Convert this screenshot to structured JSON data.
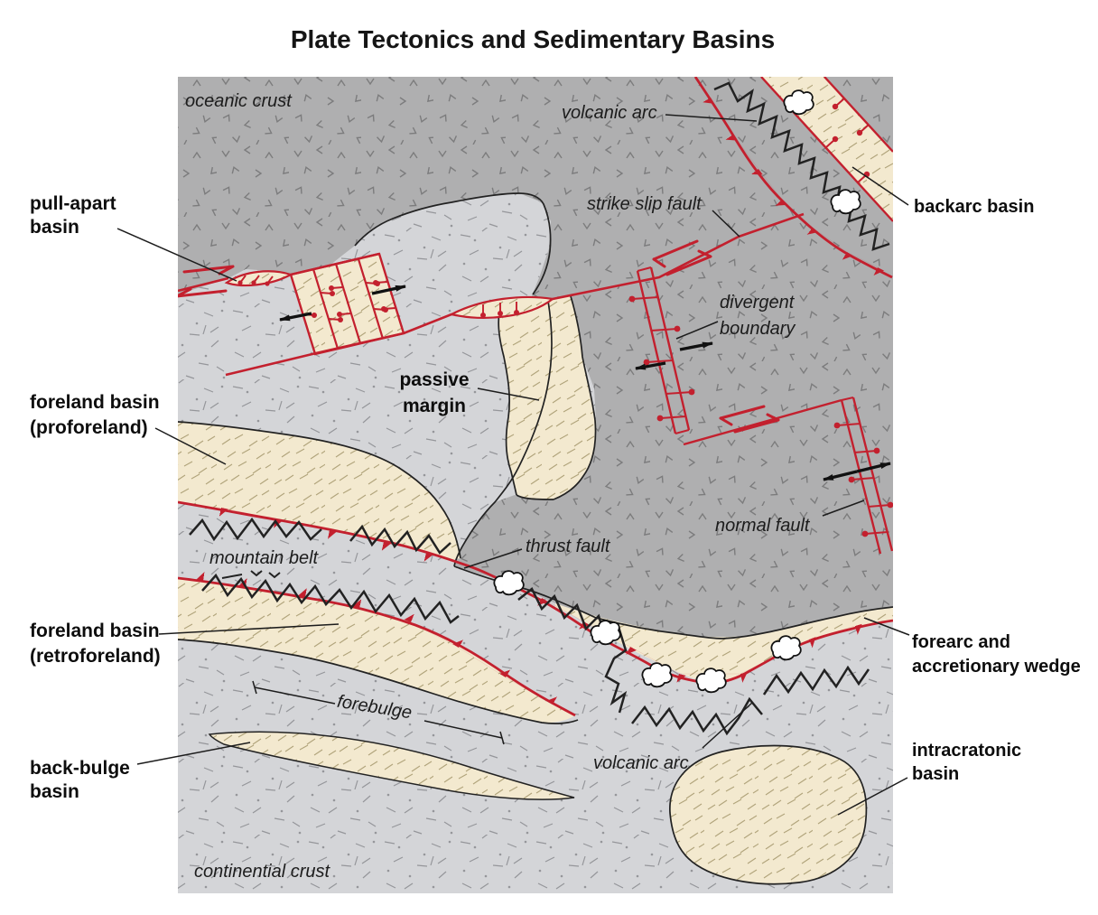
{
  "title": "Plate Tectonics and Sedimentary Basins",
  "labels": {
    "oceanic_crust": "oceanic crust",
    "volcanic_arc_top": "volcanic arc",
    "backarc_basin": "backarc basin",
    "pull_apart_1": "pull-apart",
    "pull_apart_2": "basin",
    "strike_slip_fault": "strike slip fault",
    "divergent_1": "divergent",
    "divergent_2": "boundary",
    "passive_1": "passive",
    "passive_2": "margin",
    "foreland_pro_1": "foreland basin",
    "foreland_pro_2": "(proforeland)",
    "normal_fault": "normal fault",
    "mountain_belt": "mountain belt",
    "thrust_fault": "thrust fault",
    "foreland_retro_1": "foreland basin",
    "foreland_retro_2": "(retroforeland)",
    "forebulge": "forebulge",
    "back_bulge_1": "back-bulge",
    "back_bulge_2": "basin",
    "volcanic_arc_bottom": "volcanic arc",
    "forearc_1": "forearc and",
    "forearc_2": "accretionary wedge",
    "intracratonic_1": "intracratonic",
    "intracratonic_2": "basin",
    "continental_crust": "continential crust"
  },
  "colors": {
    "oceanic_crust_fill": "#afafb0",
    "continental_crust_fill": "#d4d5d8",
    "basin_fill": "#f3e9cf",
    "fault_red": "#c3202e",
    "outline_black": "#222222",
    "ocean_texture": "#7c7c7d",
    "continent_texture": "#95969a",
    "basin_texture": "#b1a47b",
    "volcano_fill": "#ffffff",
    "background": "#ffffff"
  },
  "icons": {
    "volcano": "volcano-cloud",
    "thrust_teeth": "red-triangle-teeth",
    "normal_fault_tick": "ball-and-stick-tick",
    "strike_slip_arrows": "paired-half-arrows",
    "extension_arrows": "black-divergence-arrows"
  }
}
